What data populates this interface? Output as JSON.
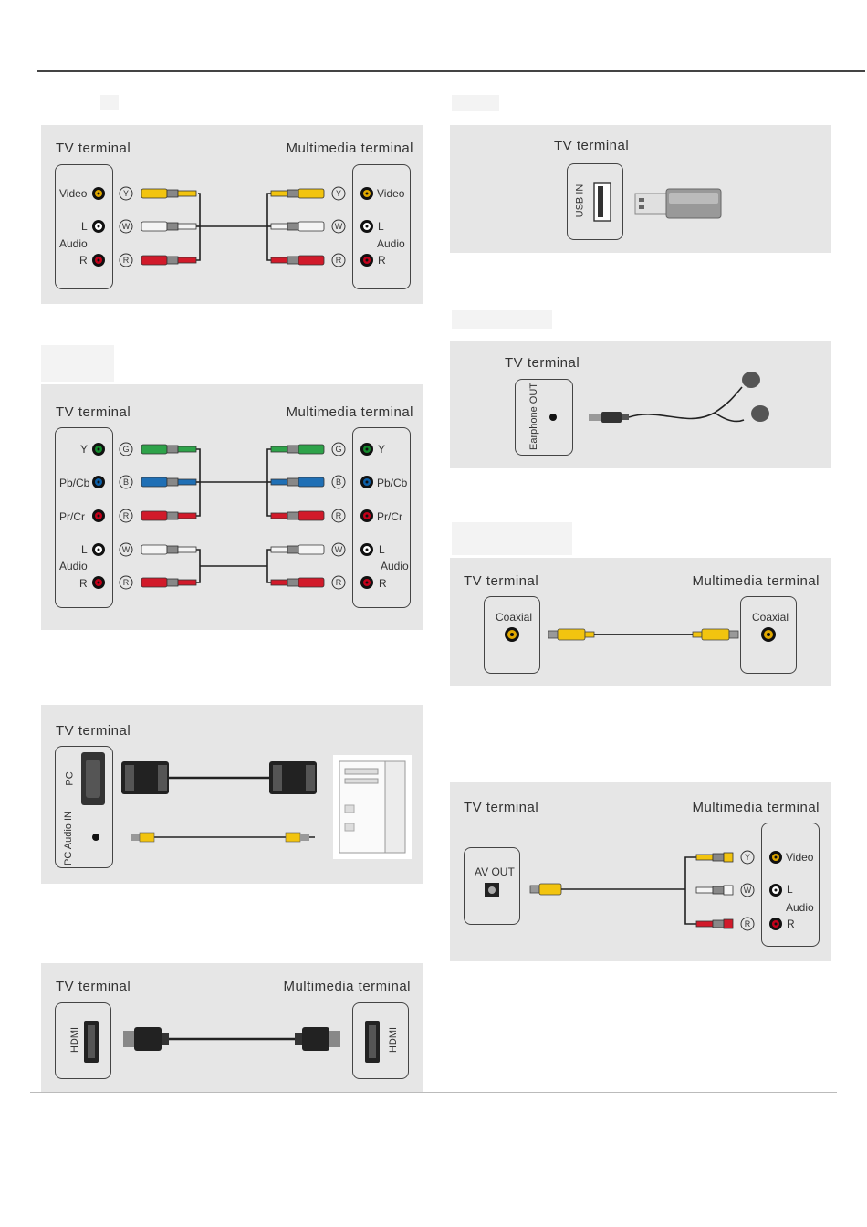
{
  "labels": {
    "tv_terminal": "TV terminal",
    "multimedia_terminal": "Multimedia terminal",
    "video": "Video",
    "l": "L",
    "audio": "Audio",
    "r": "R",
    "y": "Y",
    "pb_cb": "Pb/Cb",
    "pr_cr": "Pr/Cr",
    "pc": "PC",
    "pc_audio_in": "PC Audio IN",
    "hdmi": "HDMI",
    "usb_in": "USB IN",
    "earphone_out": "Earphone OUT",
    "coaxial": "Coaxial",
    "av_out": "AV OUT"
  },
  "markers": {
    "y": "Y",
    "w": "W",
    "r": "R",
    "g": "G",
    "b": "B"
  },
  "colors": {
    "panel_bg": "#e6e6e6",
    "yellow_plug": "#f2c40f",
    "white_plug": "#f4f4f4",
    "red_plug": "#d11a2a",
    "green_plug": "#2ea34a",
    "blue_plug": "#1f6fb5",
    "jack_yellow": "#e0a800",
    "jack_red": "#c4001a",
    "jack_green": "#138a2c",
    "jack_blue": "#0c5fa8"
  },
  "icons": [
    "rca-plug-icon",
    "usb-drive-icon",
    "earphone-icon",
    "vga-connector-icon",
    "hdmi-plug-icon",
    "pc-tower-icon"
  ]
}
